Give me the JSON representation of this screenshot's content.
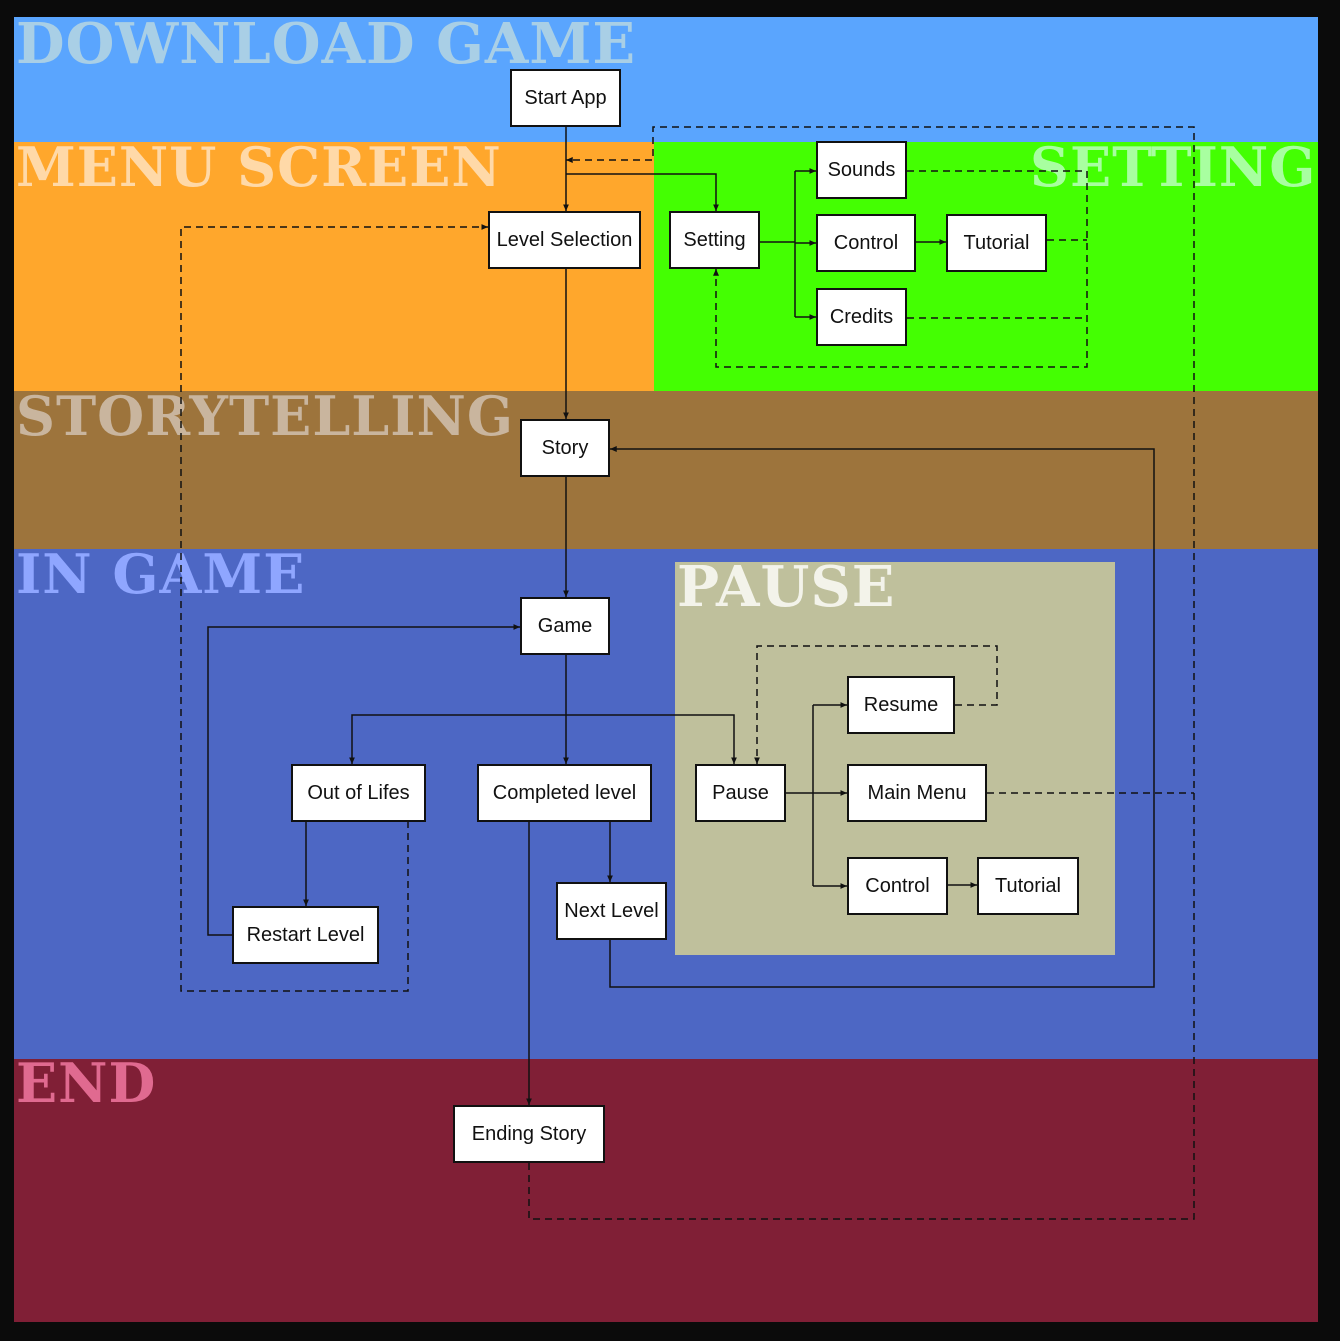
{
  "colors": {
    "frame": "#0b0b0b",
    "download": "#5aa5fe",
    "menu": "#ffa72c",
    "setting": "#44ff02",
    "story": "#9d743c",
    "ingame": "#4d67c4",
    "pause": "#bfc09c",
    "end": "#801f36",
    "node_fill": "#ffffff",
    "line": "#111111"
  },
  "sections": {
    "download": "DOWNLOAD GAME",
    "menu": "MENU SCREEN",
    "setting": "SETTING",
    "story": "STORYTELLING",
    "ingame": "IN GAME",
    "pause": "PAUSE",
    "end": "END"
  },
  "nodes": {
    "start_app": "Start App",
    "level_selection": "Level Selection",
    "setting": "Setting",
    "sounds": "Sounds",
    "control": "Control",
    "tutorial": "Tutorial",
    "credits": "Credits",
    "story": "Story",
    "game": "Game",
    "out_of_lifes": "Out of Lifes",
    "completed_level": "Completed level",
    "pause": "Pause",
    "resume": "Resume",
    "main_menu": "Main Menu",
    "pause_control": "Control",
    "pause_tutorial": "Tutorial",
    "restart_level": "Restart Level",
    "next_level": "Next Level",
    "ending_story": "Ending Story"
  }
}
